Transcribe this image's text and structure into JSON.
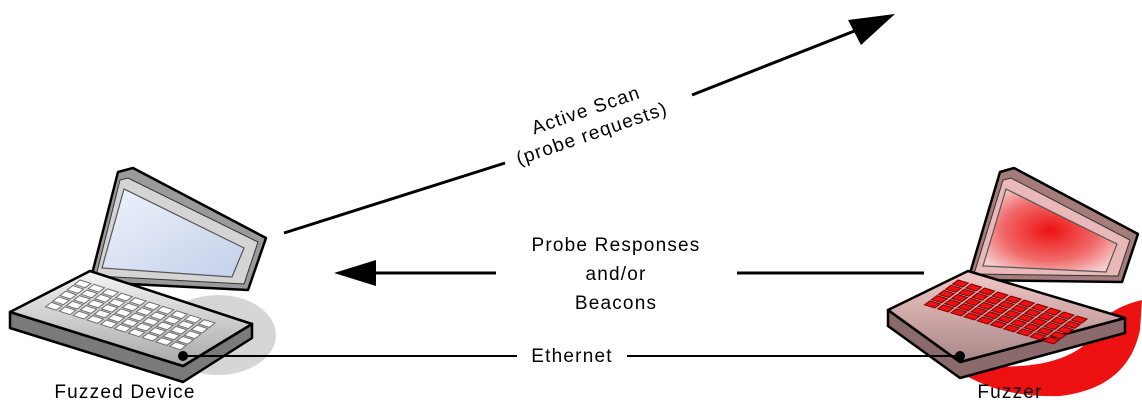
{
  "nodes": {
    "fuzzed_device": {
      "label": "Fuzzed Device",
      "color": "#ffffff"
    },
    "fuzzer": {
      "label": "Fuzzer",
      "color": "#ee1111"
    }
  },
  "edges": {
    "active_scan": {
      "line1": "Active Scan",
      "line2": "(probe requests)"
    },
    "probe_responses": {
      "line1": "Probe Responses",
      "line2": "and/or",
      "line3": "Beacons"
    },
    "ethernet": {
      "label": "Ethernet"
    }
  },
  "colors": {
    "accent": "#ee1111",
    "line": "#000000"
  }
}
